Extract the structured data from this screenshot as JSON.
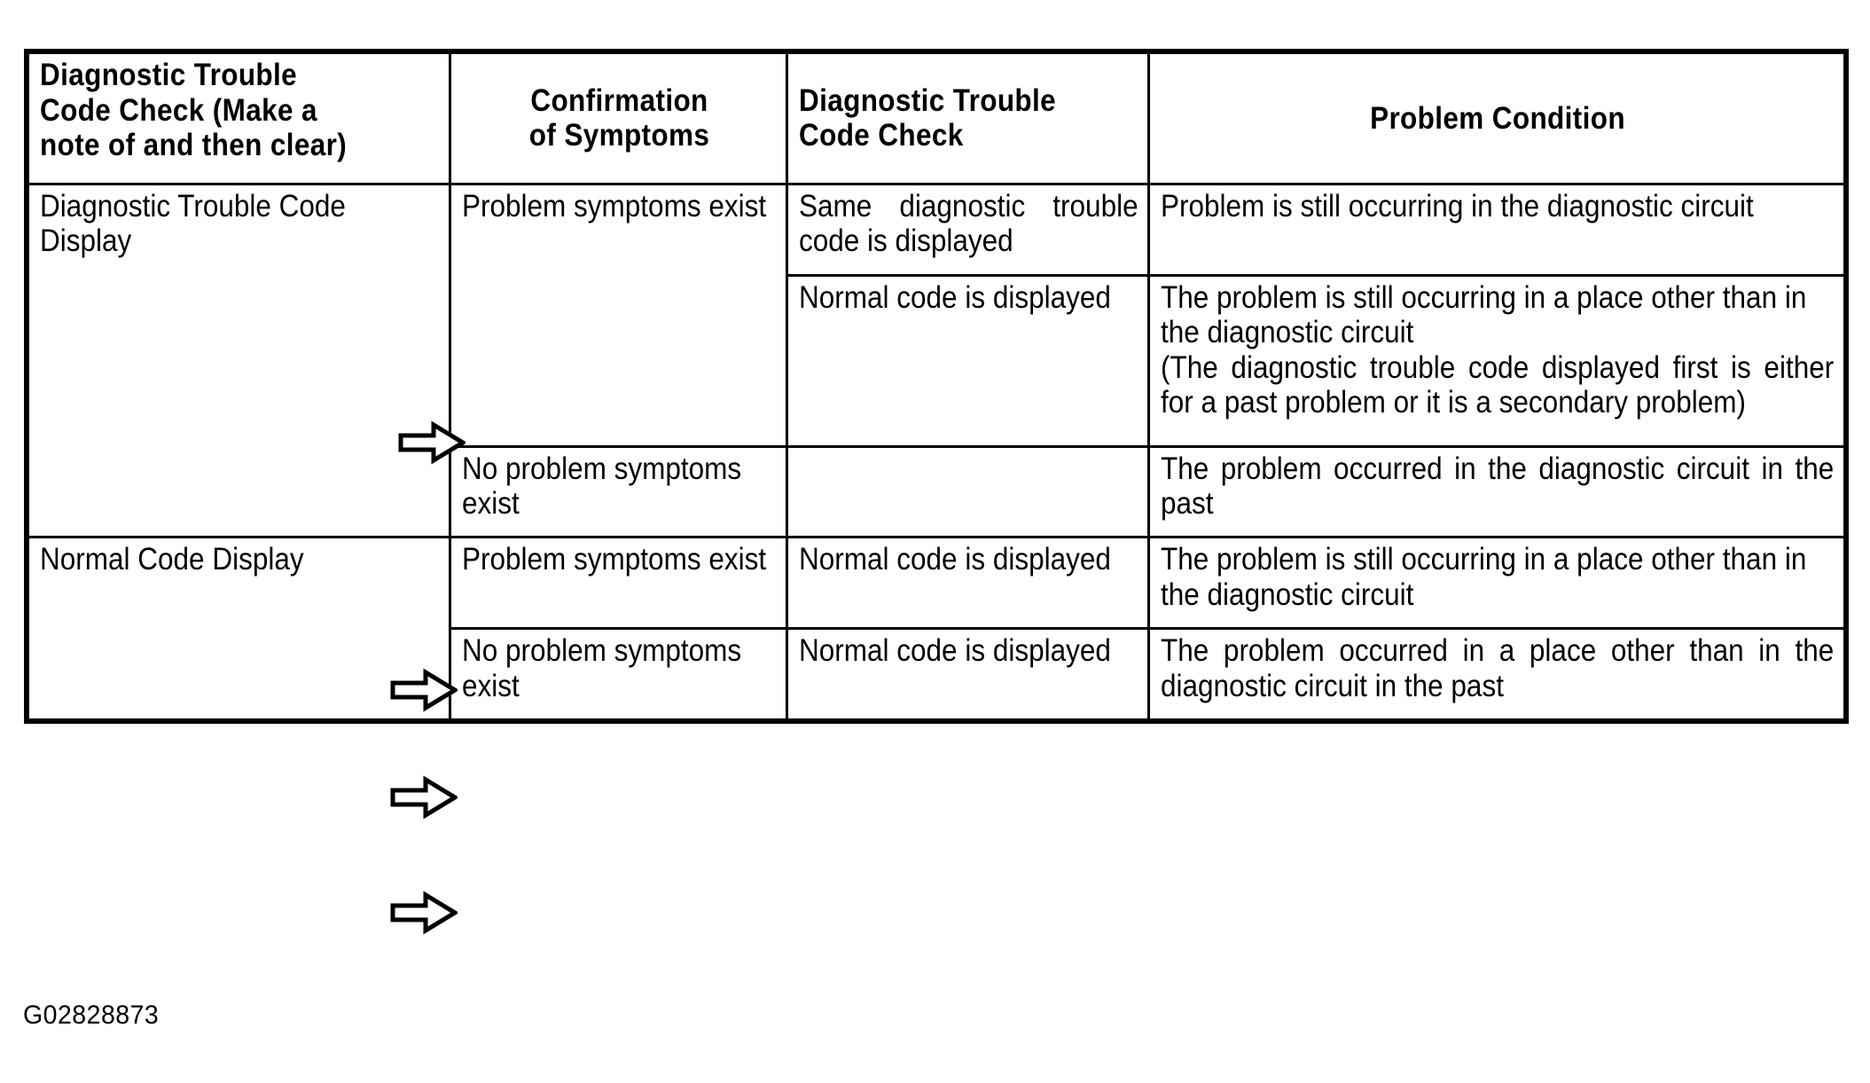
{
  "figure": {
    "caption": "G02828873",
    "arrow_icon": "right-block-arrow-outline",
    "arrow_count": 4
  },
  "table": {
    "columns": [
      {
        "key": "dtc_check_initial",
        "header": "Diagnostic Trouble Code Check (Make a note of and then clear)"
      },
      {
        "key": "confirmation_of_symptoms",
        "header": "Confirmation of Symptoms"
      },
      {
        "key": "dtc_check_second",
        "header": "Diagnostic Trouble Code Check"
      },
      {
        "key": "problem_condition",
        "header": "Problem Condition"
      }
    ],
    "header_lines": {
      "col1": [
        "Diagnostic Trouble",
        "Code Check (Make a",
        "note of and then clear)"
      ],
      "col2": [
        "Confirmation",
        "of Symptoms"
      ],
      "col3": [
        "Diagnostic Trouble",
        "Code Check"
      ],
      "col4": [
        "Problem Condition"
      ]
    },
    "rows": [
      {
        "dtc_check_initial": "Diagnostic Trouble Code Display",
        "confirmation_of_symptoms": "Problem symptoms exist",
        "dtc_check_second": "Same diagnostic trouble code is displayed",
        "problem_condition": "Problem is still occurring in the diagnostic circuit"
      },
      {
        "dtc_check_initial": "",
        "confirmation_of_symptoms": "",
        "dtc_check_second": "Normal code is displayed",
        "problem_condition": "The problem is still occurring in a place other than in the diagnostic circuit\n(The diagnostic trouble code displayed first is either for a past problem or it is a secondary problem)"
      },
      {
        "dtc_check_initial": "",
        "confirmation_of_symptoms": "No problem symptoms exist",
        "dtc_check_second": "",
        "problem_condition": "The problem occurred in the diagnostic circuit in the past"
      },
      {
        "dtc_check_initial": "Normal Code Display",
        "confirmation_of_symptoms": "Problem symptoms exist",
        "dtc_check_second": "Normal code is displayed",
        "problem_condition": "The problem is still occurring in a place other than in the diagnostic circuit"
      },
      {
        "dtc_check_initial": "",
        "confirmation_of_symptoms": "No problem symptoms exist",
        "dtc_check_second": "Normal code is displayed",
        "problem_condition": "The problem occurred in a place other than in the diagnostic circuit in the past"
      }
    ],
    "cells": {
      "r1_c1": "Diagnostic Trouble Code Display",
      "r1_c2": "Problem symptoms exist",
      "r1_c3": "Same diagnostic trouble code is displayed",
      "r1_c4": "Problem is still occurring in the diagnostic circuit",
      "r2_c3": "Normal code is displayed",
      "r2_c4_a": "The problem is still occurring in a place other than in the diagnostic circuit",
      "r2_c4_b": "(The diagnostic trouble code displayed first is either for a past problem or it is a secondary problem)",
      "r3_c2": "No problem symptoms exist",
      "r3_c4": "The problem occurred in the diagnostic circuit in the past",
      "r4_c1": "Normal Code Display",
      "r4_c2": "Problem symptoms exist",
      "r4_c3": "Normal code is displayed",
      "r4_c4": "The problem is still occurring in a place other than in the diagnostic circuit",
      "r5_c2": "No problem symptoms exist",
      "r5_c3": "Normal code is displayed",
      "r5_c4": "The problem occurred in a place other than in the diagnostic circuit in the past"
    }
  },
  "colors": {
    "border": "#000000",
    "text": "#000000",
    "background": "#ffffff"
  }
}
